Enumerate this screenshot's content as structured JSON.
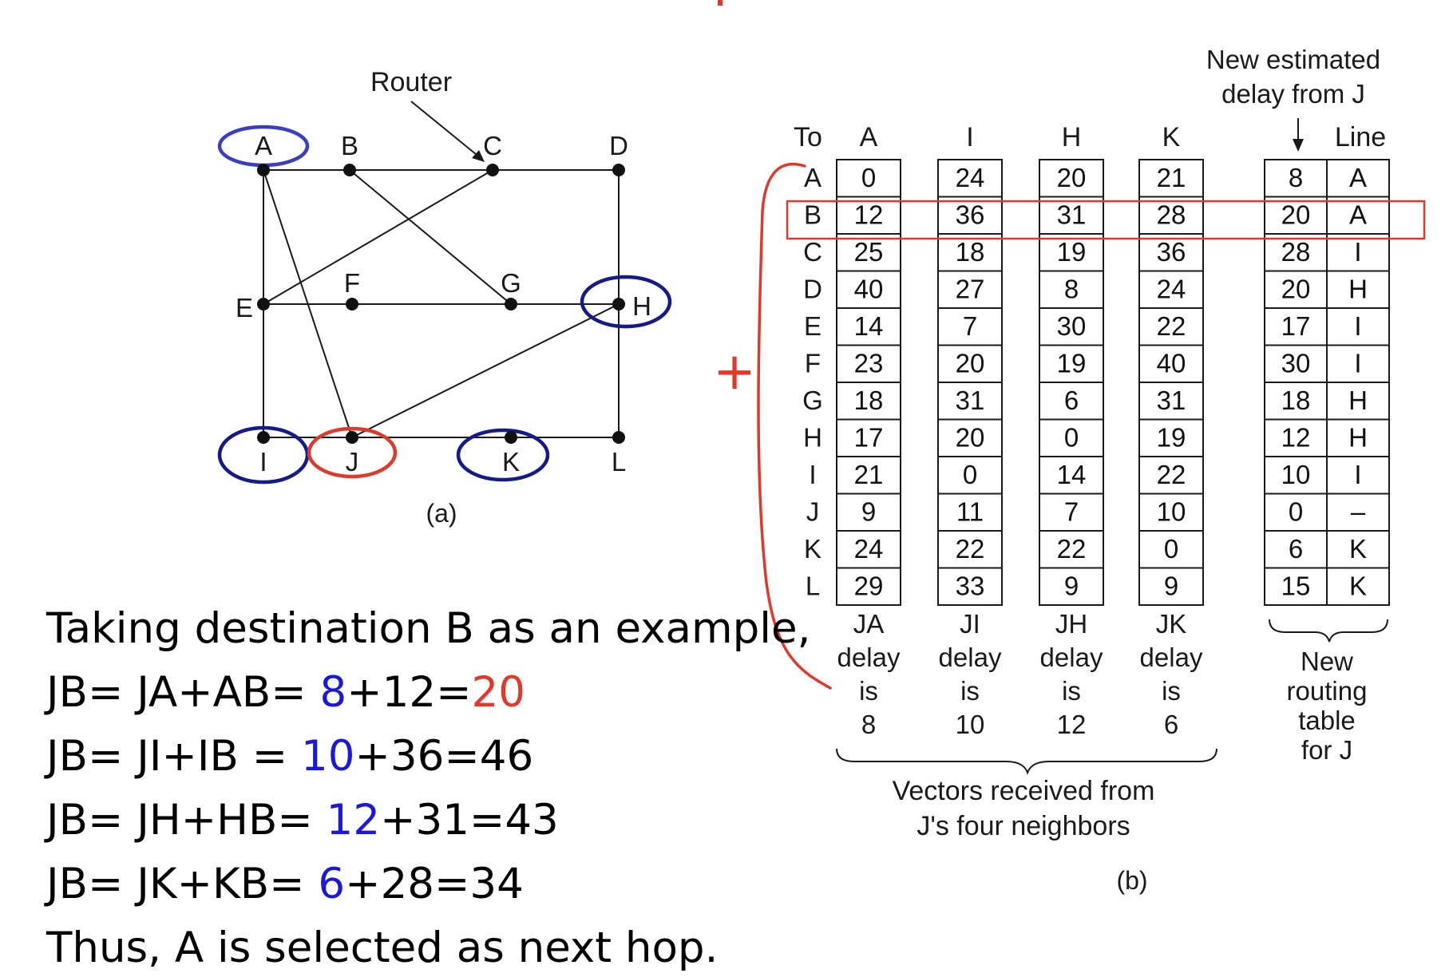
{
  "figure_a": {
    "caption": "(a)",
    "router_label": "Router",
    "nodes": [
      "A",
      "B",
      "C",
      "D",
      "E",
      "F",
      "G",
      "H",
      "I",
      "J",
      "K",
      "L"
    ],
    "edges": [
      [
        "A",
        "B"
      ],
      [
        "B",
        "C"
      ],
      [
        "C",
        "D"
      ],
      [
        "A",
        "E"
      ],
      [
        "A",
        "J"
      ],
      [
        "E",
        "C"
      ],
      [
        "B",
        "G"
      ],
      [
        "E",
        "F"
      ],
      [
        "F",
        "G"
      ],
      [
        "G",
        "H"
      ],
      [
        "D",
        "H"
      ],
      [
        "E",
        "I"
      ],
      [
        "J",
        "H"
      ],
      [
        "H",
        "L"
      ],
      [
        "I",
        "J"
      ],
      [
        "J",
        "K"
      ],
      [
        "K",
        "L"
      ]
    ],
    "highlights": [
      {
        "node": "A",
        "color": "#3a3fbf"
      },
      {
        "node": "H",
        "color": "#141a8a"
      },
      {
        "node": "I",
        "color": "#141a8a"
      },
      {
        "node": "K",
        "color": "#141a8a"
      },
      {
        "node": "J",
        "color": "#e0392b"
      }
    ]
  },
  "figure_b": {
    "caption": "(b)",
    "to_label": "To",
    "neighbor_headers": [
      "A",
      "I",
      "H",
      "K"
    ],
    "destinations": [
      "A",
      "B",
      "C",
      "D",
      "E",
      "F",
      "G",
      "H",
      "I",
      "J",
      "K",
      "L"
    ],
    "vectors": [
      [
        "0",
        "12",
        "25",
        "40",
        "14",
        "23",
        "18",
        "17",
        "21",
        "9",
        "24",
        "29"
      ],
      [
        "24",
        "36",
        "18",
        "27",
        "7",
        "20",
        "31",
        "20",
        "0",
        "11",
        "22",
        "33"
      ],
      [
        "20",
        "31",
        "19",
        "8",
        "30",
        "19",
        "6",
        "0",
        "14",
        "7",
        "22",
        "9"
      ],
      [
        "21",
        "28",
        "36",
        "24",
        "22",
        "40",
        "31",
        "19",
        "22",
        "10",
        "0",
        "9"
      ]
    ],
    "delay_notes": [
      [
        "JA",
        "delay",
        "is",
        "8"
      ],
      [
        "JI",
        "delay",
        "is",
        "10"
      ],
      [
        "JH",
        "delay",
        "is",
        "12"
      ],
      [
        "JK",
        "delay",
        "is",
        "6"
      ]
    ],
    "new_table": {
      "header_line1": "New estimated",
      "header_line2": "delay from J",
      "line_header": "Line",
      "delays": [
        "8",
        "20",
        "28",
        "20",
        "17",
        "30",
        "18",
        "12",
        "10",
        "0",
        "6",
        "15"
      ],
      "lines": [
        "A",
        "A",
        "I",
        "H",
        "I",
        "I",
        "H",
        "H",
        "I",
        "–",
        "K",
        "K"
      ],
      "caption": [
        "New",
        "routing",
        "table",
        "for J"
      ]
    },
    "vectors_caption": [
      "Vectors received from",
      "J's four neighbors"
    ],
    "highlight_row": "B",
    "plus_sign": "+"
  },
  "explanation": {
    "intro": "Taking destination B as an example,",
    "lines": [
      {
        "prefix": "JB= JA+AB= ",
        "delay": "8",
        "middle": "+12=",
        "result": "20",
        "result_color": "#e0392b"
      },
      {
        "prefix": "JB= JI+IB = ",
        "delay": "10",
        "middle": "+36=",
        "result": "46",
        "result_color": "#000000"
      },
      {
        "prefix": "JB= JH+HB= ",
        "delay": "12",
        "middle": "+31=",
        "result": "43",
        "result_color": "#000000"
      },
      {
        "prefix": "JB= JK+KB= ",
        "delay": "6",
        "middle": "+28=",
        "result": "34",
        "result_color": "#000000"
      }
    ],
    "delay_color": "#1a1ad6",
    "conclusion": "Thus, A is selected as next hop."
  },
  "colors": {
    "ink": "#1a1a1a",
    "red": "#e0392b",
    "blue": "#1a1ad6"
  }
}
